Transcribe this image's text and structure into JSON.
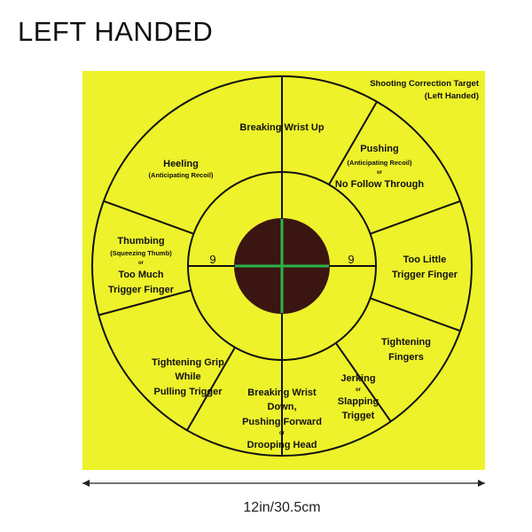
{
  "title": "LEFT HANDED",
  "target": {
    "heading_line1": "Shooting Correction Target",
    "heading_line2": "(Left Handed)",
    "ring_number_left": "9",
    "ring_number_right": "9",
    "segments": {
      "top": {
        "lines": [
          "Breaking Wrist Up"
        ]
      },
      "top_right": {
        "line1": "Pushing",
        "line2": "(Anticipating Recoil)",
        "line3": "or",
        "line4": "No Follow Through"
      },
      "right": {
        "line1": "Too Little",
        "line2": "Trigger Finger"
      },
      "lower_right": {
        "line1": "Tightening",
        "line2": "Fingers"
      },
      "bottom_right": {
        "line1": "Jerking",
        "line2": "or",
        "line3": "Slapping",
        "line4": "Trigget"
      },
      "bottom": {
        "line1": "Breaking Wrist",
        "line2": "Down,",
        "line3": "Pushing Forward",
        "line4": "or",
        "line5": "Drooping Head"
      },
      "lower_left": {
        "line1": "Tightening Grip",
        "line2": "While",
        "line3": "Pulling Trigger"
      },
      "left": {
        "line1": "Thumbing",
        "line2": "(Squeezing Thumb)",
        "line3": "or",
        "line4": "Too Much",
        "line5": "Trigger Finger"
      },
      "top_left": {
        "line1": "Heeling",
        "line2": "(Anticipating Recoil)"
      }
    }
  },
  "dimension_label": "12in/30.5cm",
  "colors": {
    "paper": "#eef22a",
    "ink": "#111111",
    "bullseye": "#3a1512",
    "crosshair": "#2bb34a"
  }
}
